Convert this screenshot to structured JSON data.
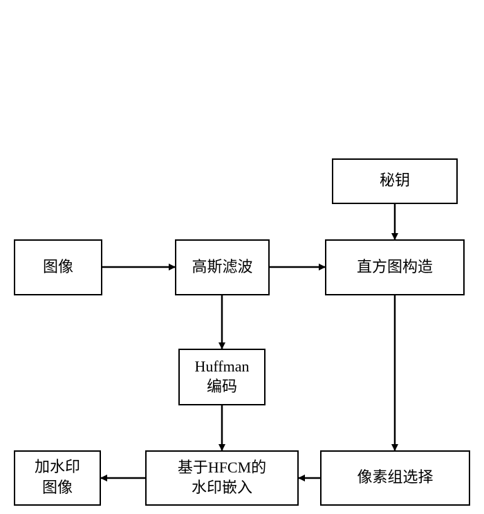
{
  "diagram": {
    "nodes": {
      "key": {
        "label": "秘钥"
      },
      "image": {
        "label": "图像"
      },
      "gauss": {
        "label": "高斯滤波"
      },
      "histogram": {
        "label": "直方图构造"
      },
      "huffman": {
        "line1": "Huffman",
        "line2": "编码"
      },
      "pixel_group": {
        "label": "像素组选择"
      },
      "embed": {
        "line1": "基于HFCM的",
        "line2": "水印嵌入"
      },
      "watermarked": {
        "line1": "加水印",
        "line2": "图像"
      }
    },
    "edges": [
      {
        "from": "image",
        "to": "gauss"
      },
      {
        "from": "gauss",
        "to": "histogram"
      },
      {
        "from": "key",
        "to": "histogram"
      },
      {
        "from": "gauss",
        "to": "huffman"
      },
      {
        "from": "huffman",
        "to": "embed"
      },
      {
        "from": "histogram",
        "to": "pixel_group"
      },
      {
        "from": "pixel_group",
        "to": "embed"
      },
      {
        "from": "embed",
        "to": "watermarked"
      }
    ],
    "colors": {
      "stroke": "#000000",
      "fill": "#ffffff",
      "text": "#000000"
    }
  }
}
